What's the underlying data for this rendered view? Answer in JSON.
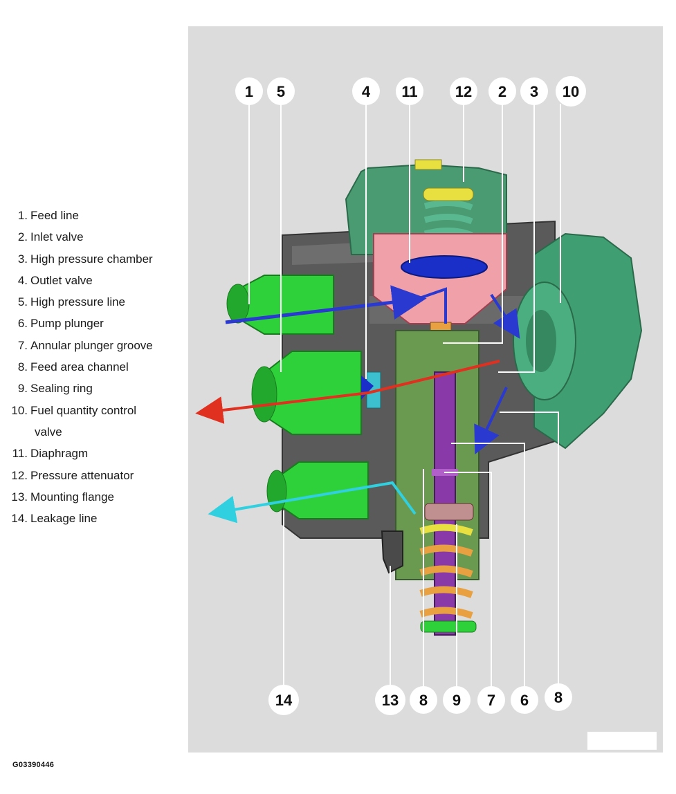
{
  "legend": [
    {
      "num": "1.",
      "label": "Feed line"
    },
    {
      "num": "2.",
      "label": "Inlet valve"
    },
    {
      "num": "3.",
      "label": "High pressure chamber"
    },
    {
      "num": "4.",
      "label": "Outlet valve"
    },
    {
      "num": "5.",
      "label": "High pressure line"
    },
    {
      "num": "6.",
      "label": "Pump plunger"
    },
    {
      "num": "7.",
      "label": "Annular plunger groove"
    },
    {
      "num": "8.",
      "label": "Feed area channel"
    },
    {
      "num": "9.",
      "label": "Sealing ring"
    },
    {
      "num": "10.",
      "label": "Fuel quantity control",
      "label_cont": "valve"
    },
    {
      "num": "11.",
      "label": "Diaphragm"
    },
    {
      "num": "12.",
      "label": "Pressure attenuator"
    },
    {
      "num": "13.",
      "label": "Mounting flange"
    },
    {
      "num": "14.",
      "label": "Leakage line"
    }
  ],
  "callouts_top": [
    "1",
    "5",
    "4",
    "11",
    "12",
    "2",
    "3",
    "10"
  ],
  "callouts_bottom": [
    "14",
    "13",
    "8",
    "9",
    "7",
    "6",
    "8"
  ],
  "doc_id": "G03390446",
  "colors": {
    "panel": "#dcdcdc",
    "housing": "#5a5a5a",
    "fitting_green": "#2fd13a",
    "valve_teal": "#3f9e72",
    "attenuator_green": "#4a9a72",
    "plunger_purple": "#8a3aa8",
    "spring_orange": "#e8a040",
    "spring_yellow": "#e8e040",
    "diaphragm_blue": "#1a2ec8",
    "chamber_pink": "#f0a0a8",
    "arrow_red": "#e03020",
    "arrow_blue": "#2a3ad0",
    "arrow_cyan": "#30d0e0"
  }
}
